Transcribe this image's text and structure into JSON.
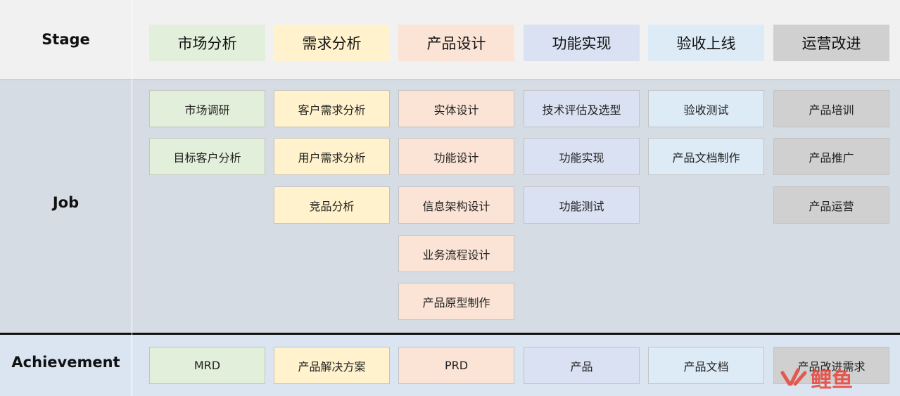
{
  "row_labels": {
    "stage": "Stage",
    "job": "Job",
    "achievement": "Achievement"
  },
  "stages": [
    "市场分析",
    "需求分析",
    "产品设计",
    "功能实现",
    "验收上线",
    "运营改进"
  ],
  "jobs": {
    "market": [
      "市场调研",
      "目标客户分析"
    ],
    "requirement": [
      "客户需求分析",
      "用户需求分析",
      "竞品分析"
    ],
    "design": [
      "实体设计",
      "功能设计",
      "信息架构设计",
      "业务流程设计",
      "产品原型制作"
    ],
    "implementation": [
      "技术评估及选型",
      "功能实现",
      "功能测试"
    ],
    "launch": [
      "验收测试",
      "产品文档制作"
    ],
    "operation": [
      "产品培训",
      "产品推广",
      "产品运营"
    ]
  },
  "achievements": [
    "MRD",
    "产品解决方案",
    "PRD",
    "产品",
    "产品文档",
    "产品改进需求"
  ],
  "colors": {
    "market": "#e2efda",
    "requirement": "#fff2cc",
    "design": "#fbe4d6",
    "implementation": "#d9e1f2",
    "launch": "#ddebf7",
    "operation": "#d0d0d0",
    "watermark": "#e8443a"
  },
  "watermark": {
    "icon": "fish-logo-icon",
    "text": "鲤鱼"
  }
}
